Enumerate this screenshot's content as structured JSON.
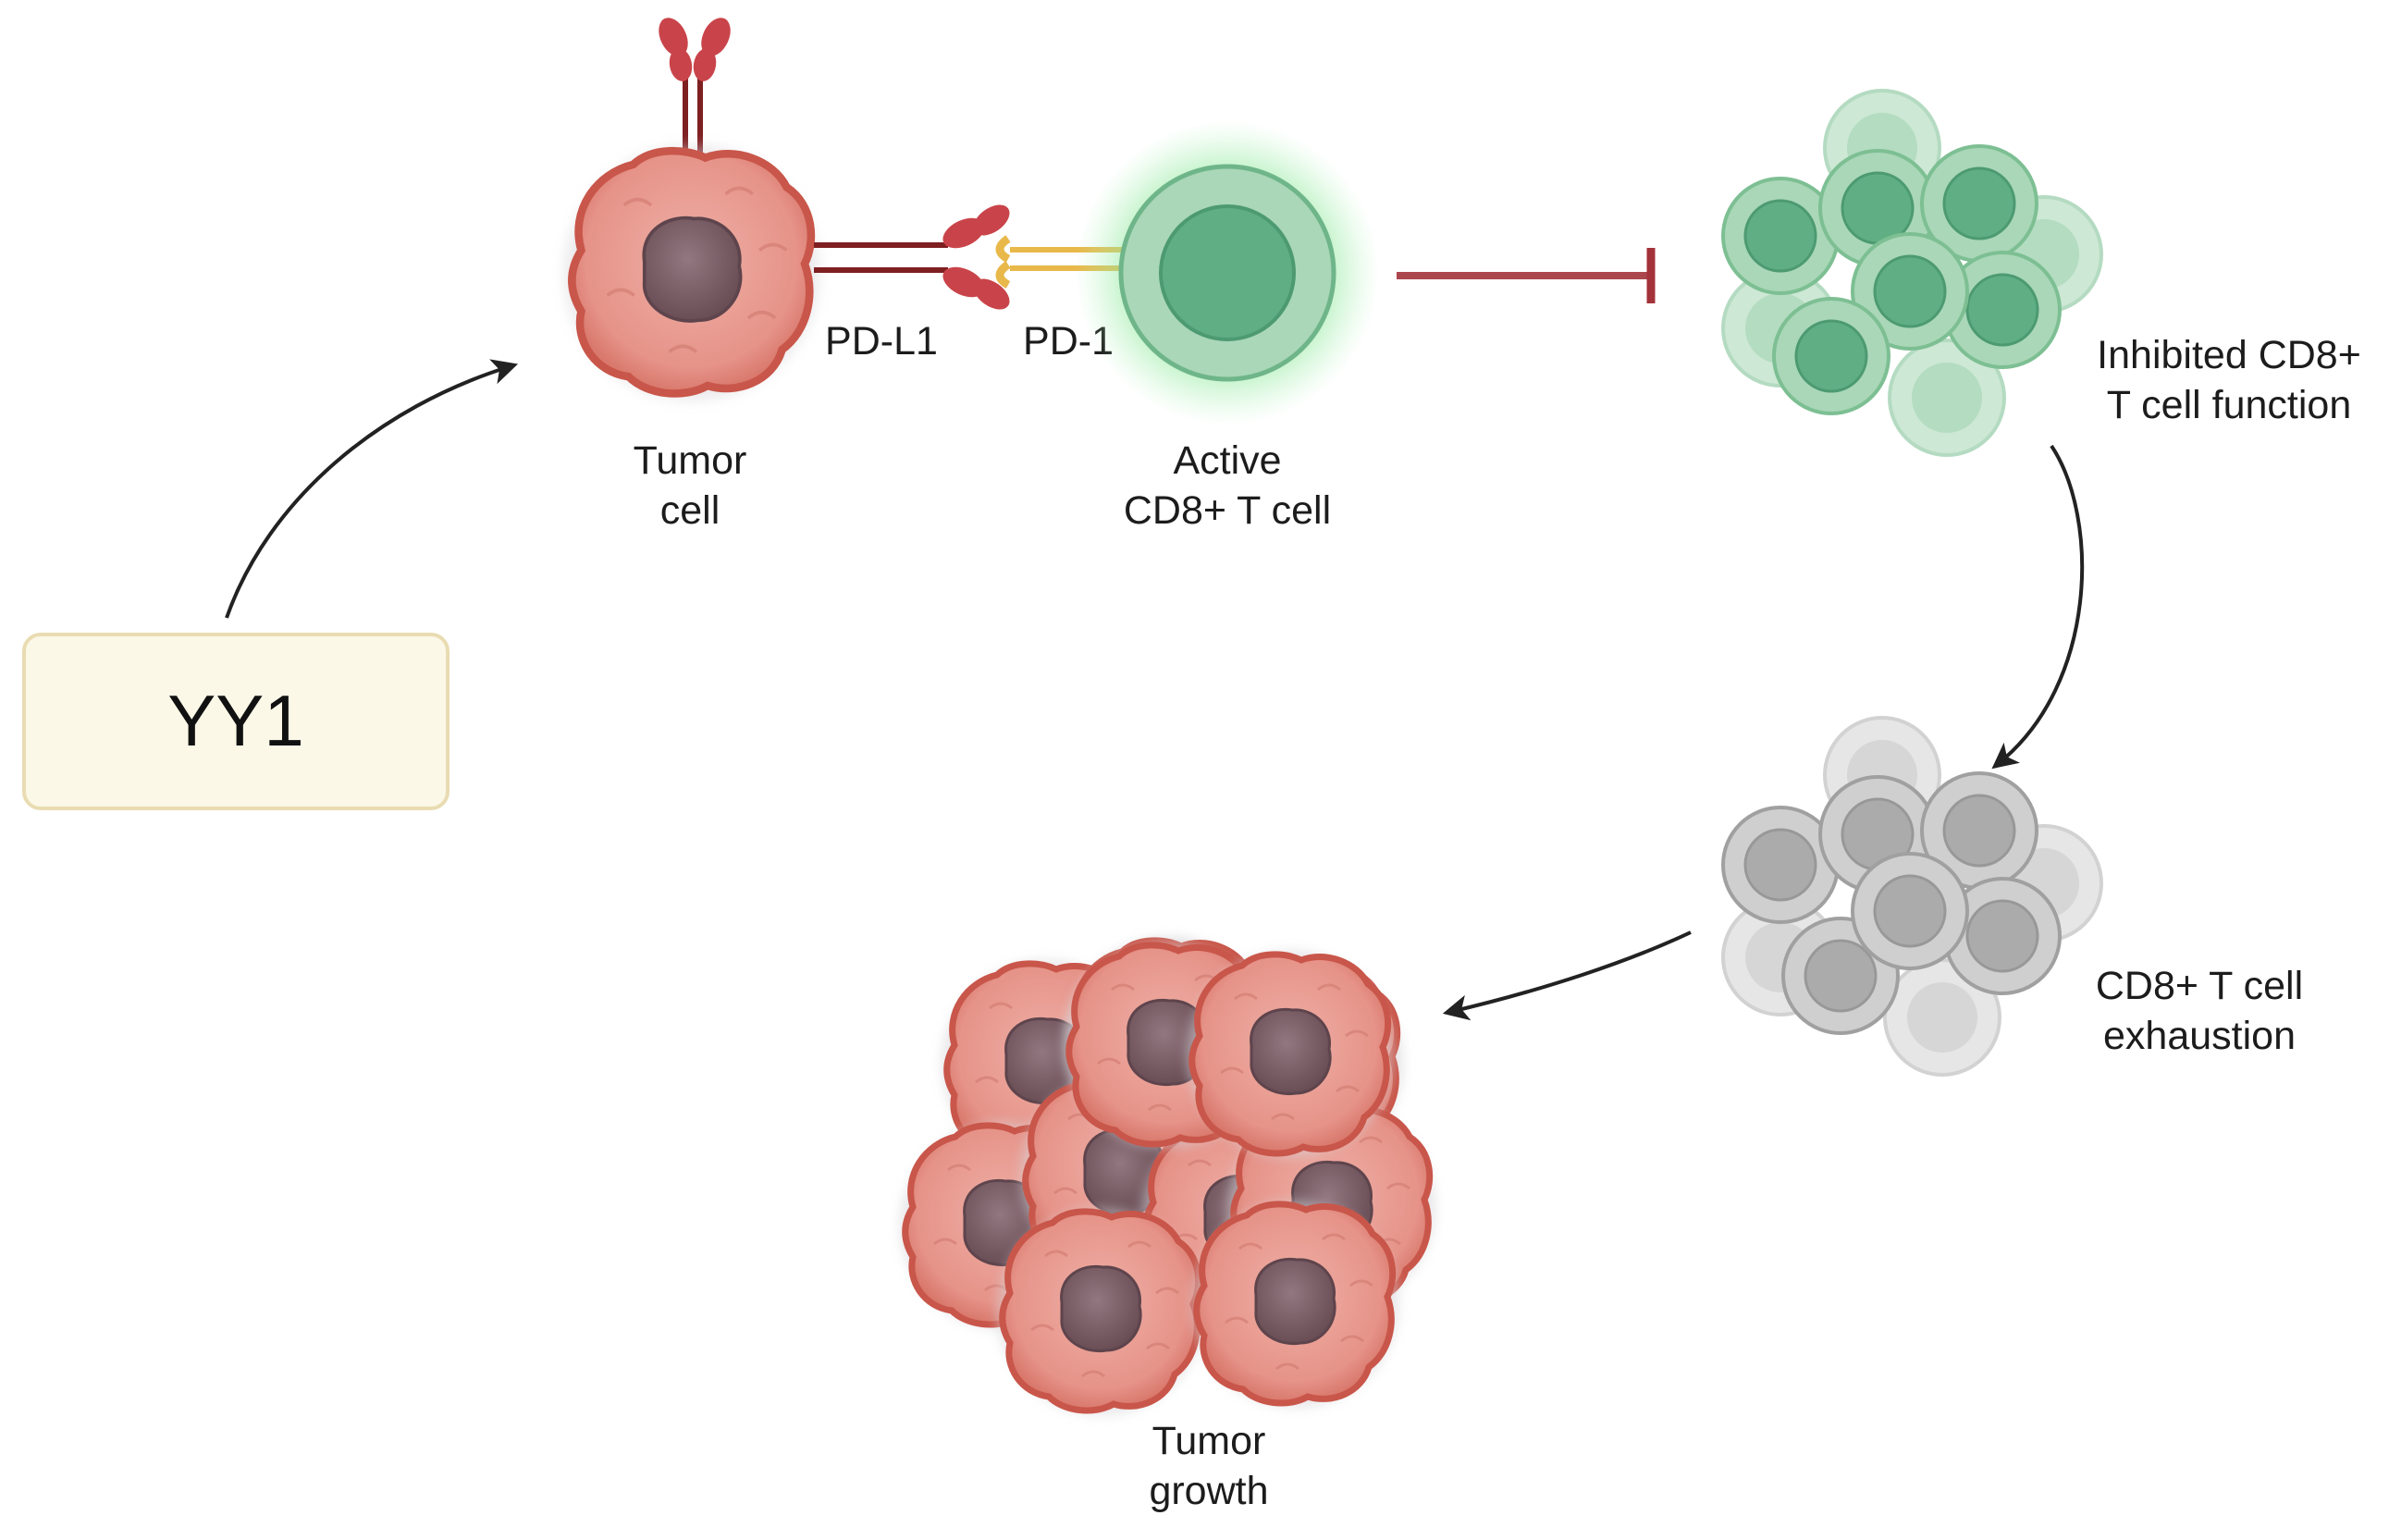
{
  "yy1": {
    "label": "YY1"
  },
  "tumor_cell": {
    "line1": "Tumor",
    "line2": "cell"
  },
  "pd_l1": {
    "label": "PD-L1"
  },
  "pd_1": {
    "label": "PD-1"
  },
  "active_t_cell": {
    "line1": "Active",
    "line2": "CD8+ T cell"
  },
  "inhibited": {
    "line1": "Inhibited CD8+",
    "line2": "T cell function"
  },
  "exhaustion": {
    "line1": "CD8+ T cell",
    "line2": "exhaustion"
  },
  "tumor_growth": {
    "line1": "Tumor",
    "line2": "growth"
  },
  "colors": {
    "tumor_fill": "#e8998f",
    "tumor_edge": "#c9564a",
    "nucleus": "#7d5f66",
    "receptor": "#7e1f22",
    "pd1": "#e8b84a",
    "t_cell_green": "#5fae84",
    "exhausted_gray": "#a6a6a6",
    "yy1_box": "#fcf8e8"
  }
}
